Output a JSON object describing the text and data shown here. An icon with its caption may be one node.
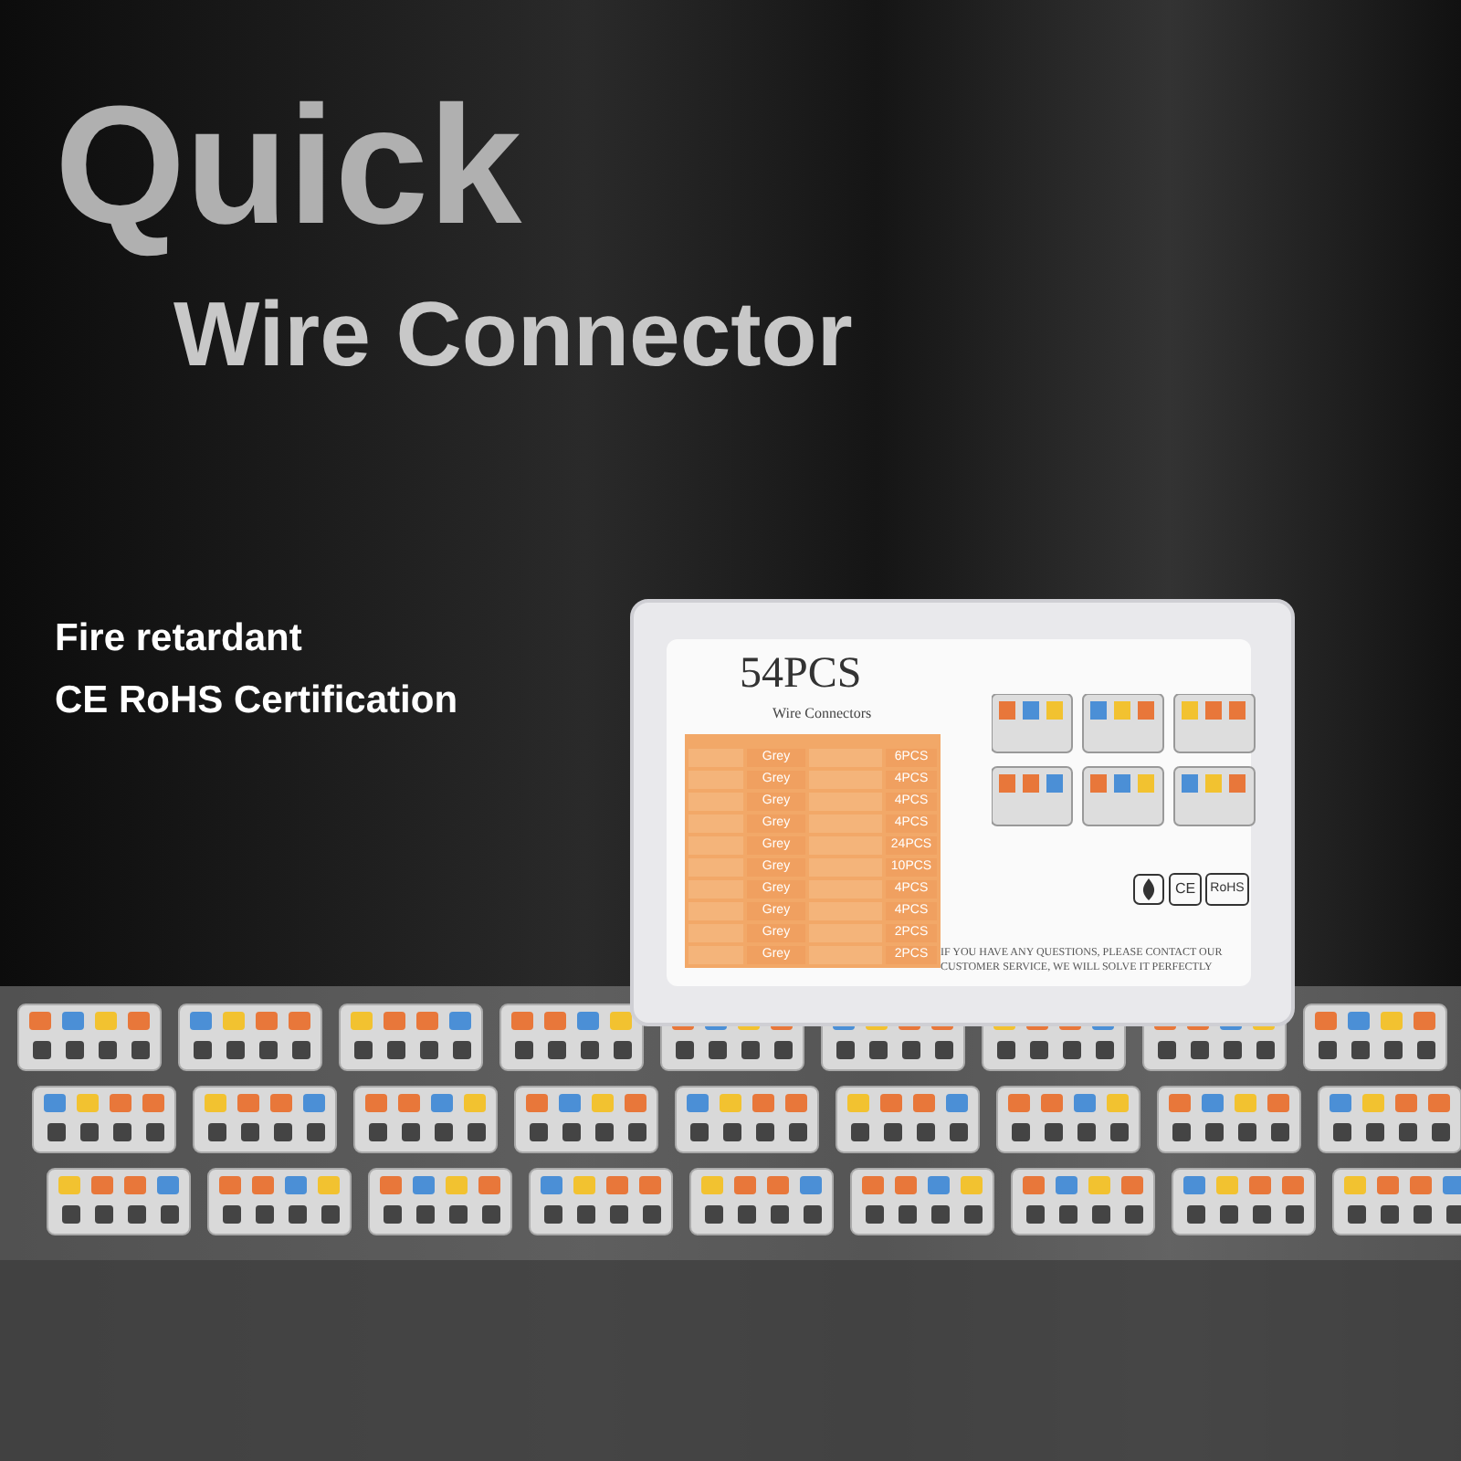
{
  "diagram": {
    "labels": [
      "Quick",
      "Wire Connector",
      "Fire retardant",
      "CE RoHS Certification",
      "54PCS",
      "Wire Connectors",
      "Grey",
      "6PCS",
      "Grey",
      "4PCS",
      "Grey",
      "4PCS",
      "Grey",
      "4PCS",
      "Grey",
      "24PCS",
      "Grey",
      "10PCS",
      "Grey",
      "4PCS",
      "Grey",
      "4PCS",
      "Grey",
      "2PCS",
      "Grey",
      "2PCS",
      "IF YOU HAVE ANY QUESTIONS, PLEASE CONTACT OUR CUSTOMER SERVICE, WE WILL SOLVE IT PERFECTLY",
      "CE",
      "RoHS"
    ]
  }
}
